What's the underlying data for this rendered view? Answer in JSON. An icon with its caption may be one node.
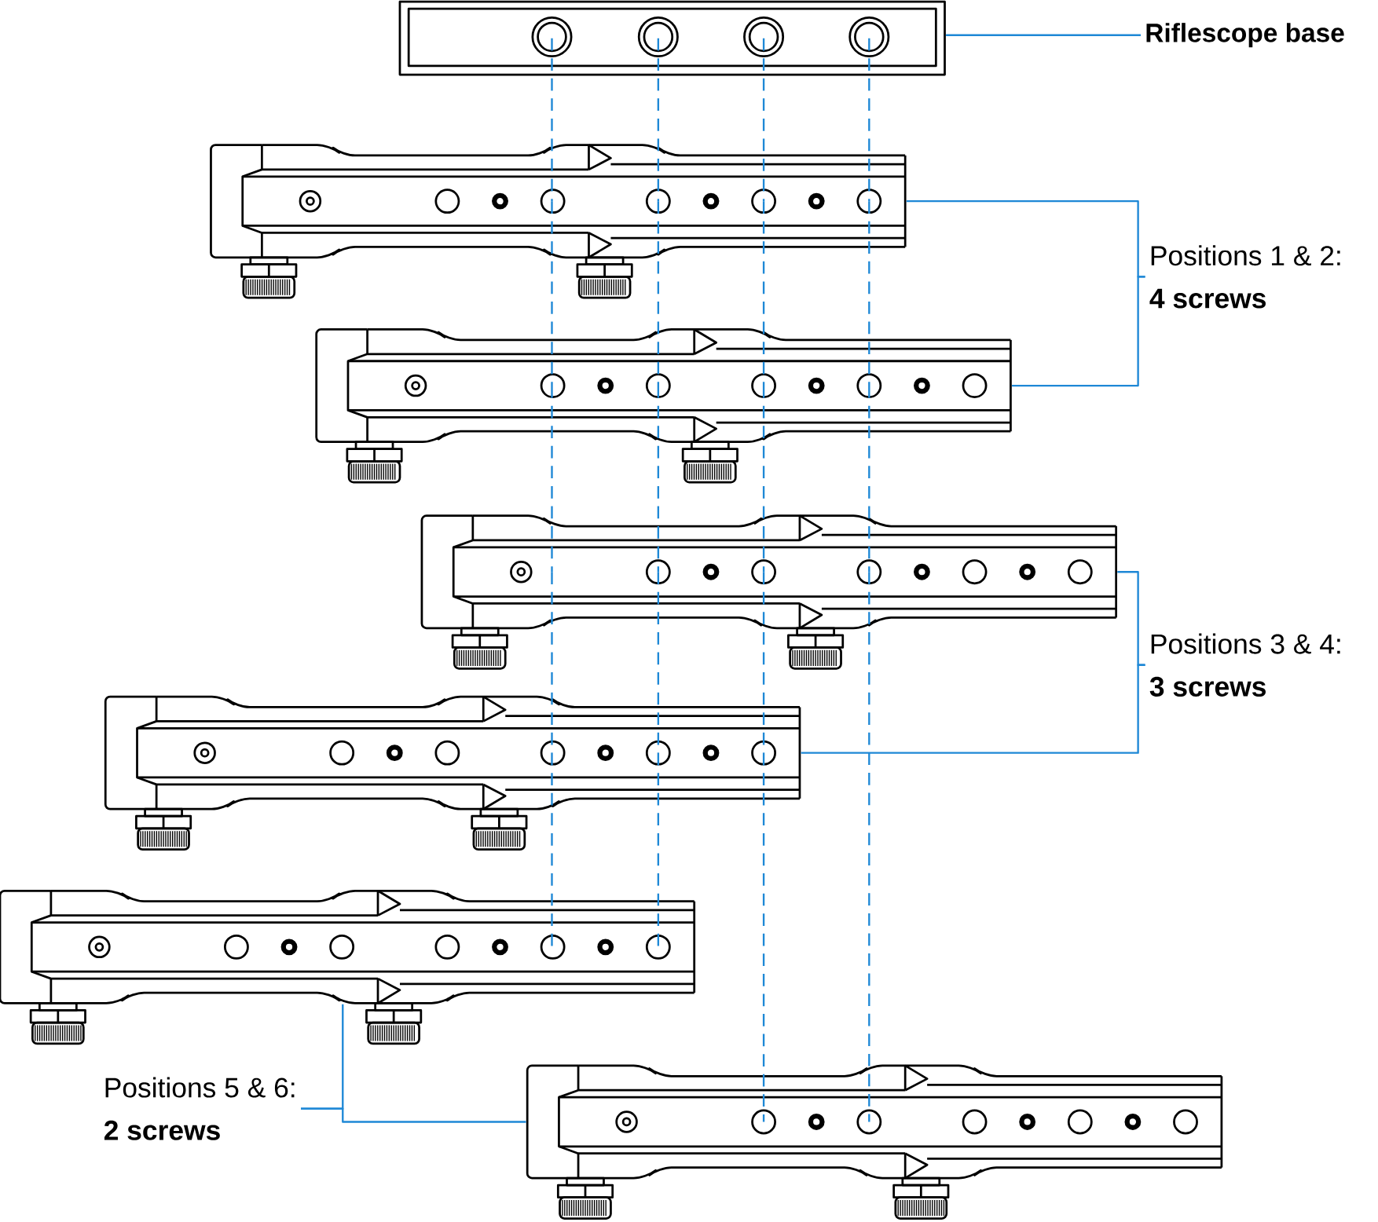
{
  "diagram": {
    "nodes": [
      {
        "text": [
          "Riflescope base"
        ]
      },
      {
        "text": [],
        "shape": "picture"
      },
      {
        "text": [],
        "shape": "picture"
      },
      {
        "text": [],
        "shape": "picture"
      },
      {
        "text": [],
        "shape": "picture"
      },
      {
        "text": [],
        "shape": "picture"
      },
      {
        "text": [],
        "shape": "picture"
      },
      {
        "text": [],
        "shape": "picture"
      },
      {
        "text": [
          "Positions 1 & 2:",
          "4 screws"
        ]
      },
      {
        "text": [
          "Positions 3 & 4:",
          "3 screws"
        ]
      },
      {
        "text": [
          "Positions 5 & 6:",
          "2 screws"
        ]
      }
    ],
    "edges": [
      {
        "from": 0,
        "to": 1,
        "arrow": "none"
      },
      {
        "from": 8,
        "to": 2,
        "arrow": "none"
      },
      {
        "from": 8,
        "to": 3,
        "arrow": "none"
      },
      {
        "from": 9,
        "to": 4,
        "arrow": "none"
      },
      {
        "from": 9,
        "to": 5,
        "arrow": "none"
      },
      {
        "from": 10,
        "to": 6,
        "arrow": "none"
      },
      {
        "from": 10,
        "to": 7,
        "arrow": "none"
      },
      {
        "from": 1,
        "to": 2,
        "arrow": "none",
        "style": "dashed"
      },
      {
        "from": 2,
        "to": 3,
        "arrow": "none",
        "style": "dashed"
      },
      {
        "from": 3,
        "to": 4,
        "arrow": "none",
        "style": "dashed"
      },
      {
        "from": 4,
        "to": 5,
        "arrow": "none",
        "style": "dashed"
      },
      {
        "from": 5,
        "to": 6,
        "arrow": "none",
        "style": "dashed"
      },
      {
        "from": 1,
        "to": 2,
        "arrow": "none",
        "style": "dashed"
      },
      {
        "from": 2,
        "to": 3,
        "arrow": "none",
        "style": "dashed"
      },
      {
        "from": 3,
        "to": 4,
        "arrow": "none",
        "style": "dashed"
      },
      {
        "from": 4,
        "to": 5,
        "arrow": "none",
        "style": "dashed"
      },
      {
        "from": 5,
        "to": 6,
        "arrow": "none",
        "style": "dashed"
      },
      {
        "from": 1,
        "to": 2,
        "arrow": "none",
        "style": "dashed"
      },
      {
        "from": 2,
        "to": 3,
        "arrow": "none",
        "style": "dashed"
      },
      {
        "from": 3,
        "to": 4,
        "arrow": "none",
        "style": "dashed"
      },
      {
        "from": 4,
        "to": 5,
        "arrow": "none",
        "style": "dashed"
      },
      {
        "from": 5,
        "to": 7,
        "arrow": "none",
        "style": "dashed"
      },
      {
        "from": 1,
        "to": 2,
        "arrow": "none",
        "style": "dashed"
      },
      {
        "from": 2,
        "to": 3,
        "arrow": "none",
        "style": "dashed"
      },
      {
        "from": 3,
        "to": 4,
        "arrow": "none",
        "style": "dashed"
      },
      {
        "from": 4,
        "to": 7,
        "arrow": "none",
        "style": "dashed"
      }
    ]
  }
}
